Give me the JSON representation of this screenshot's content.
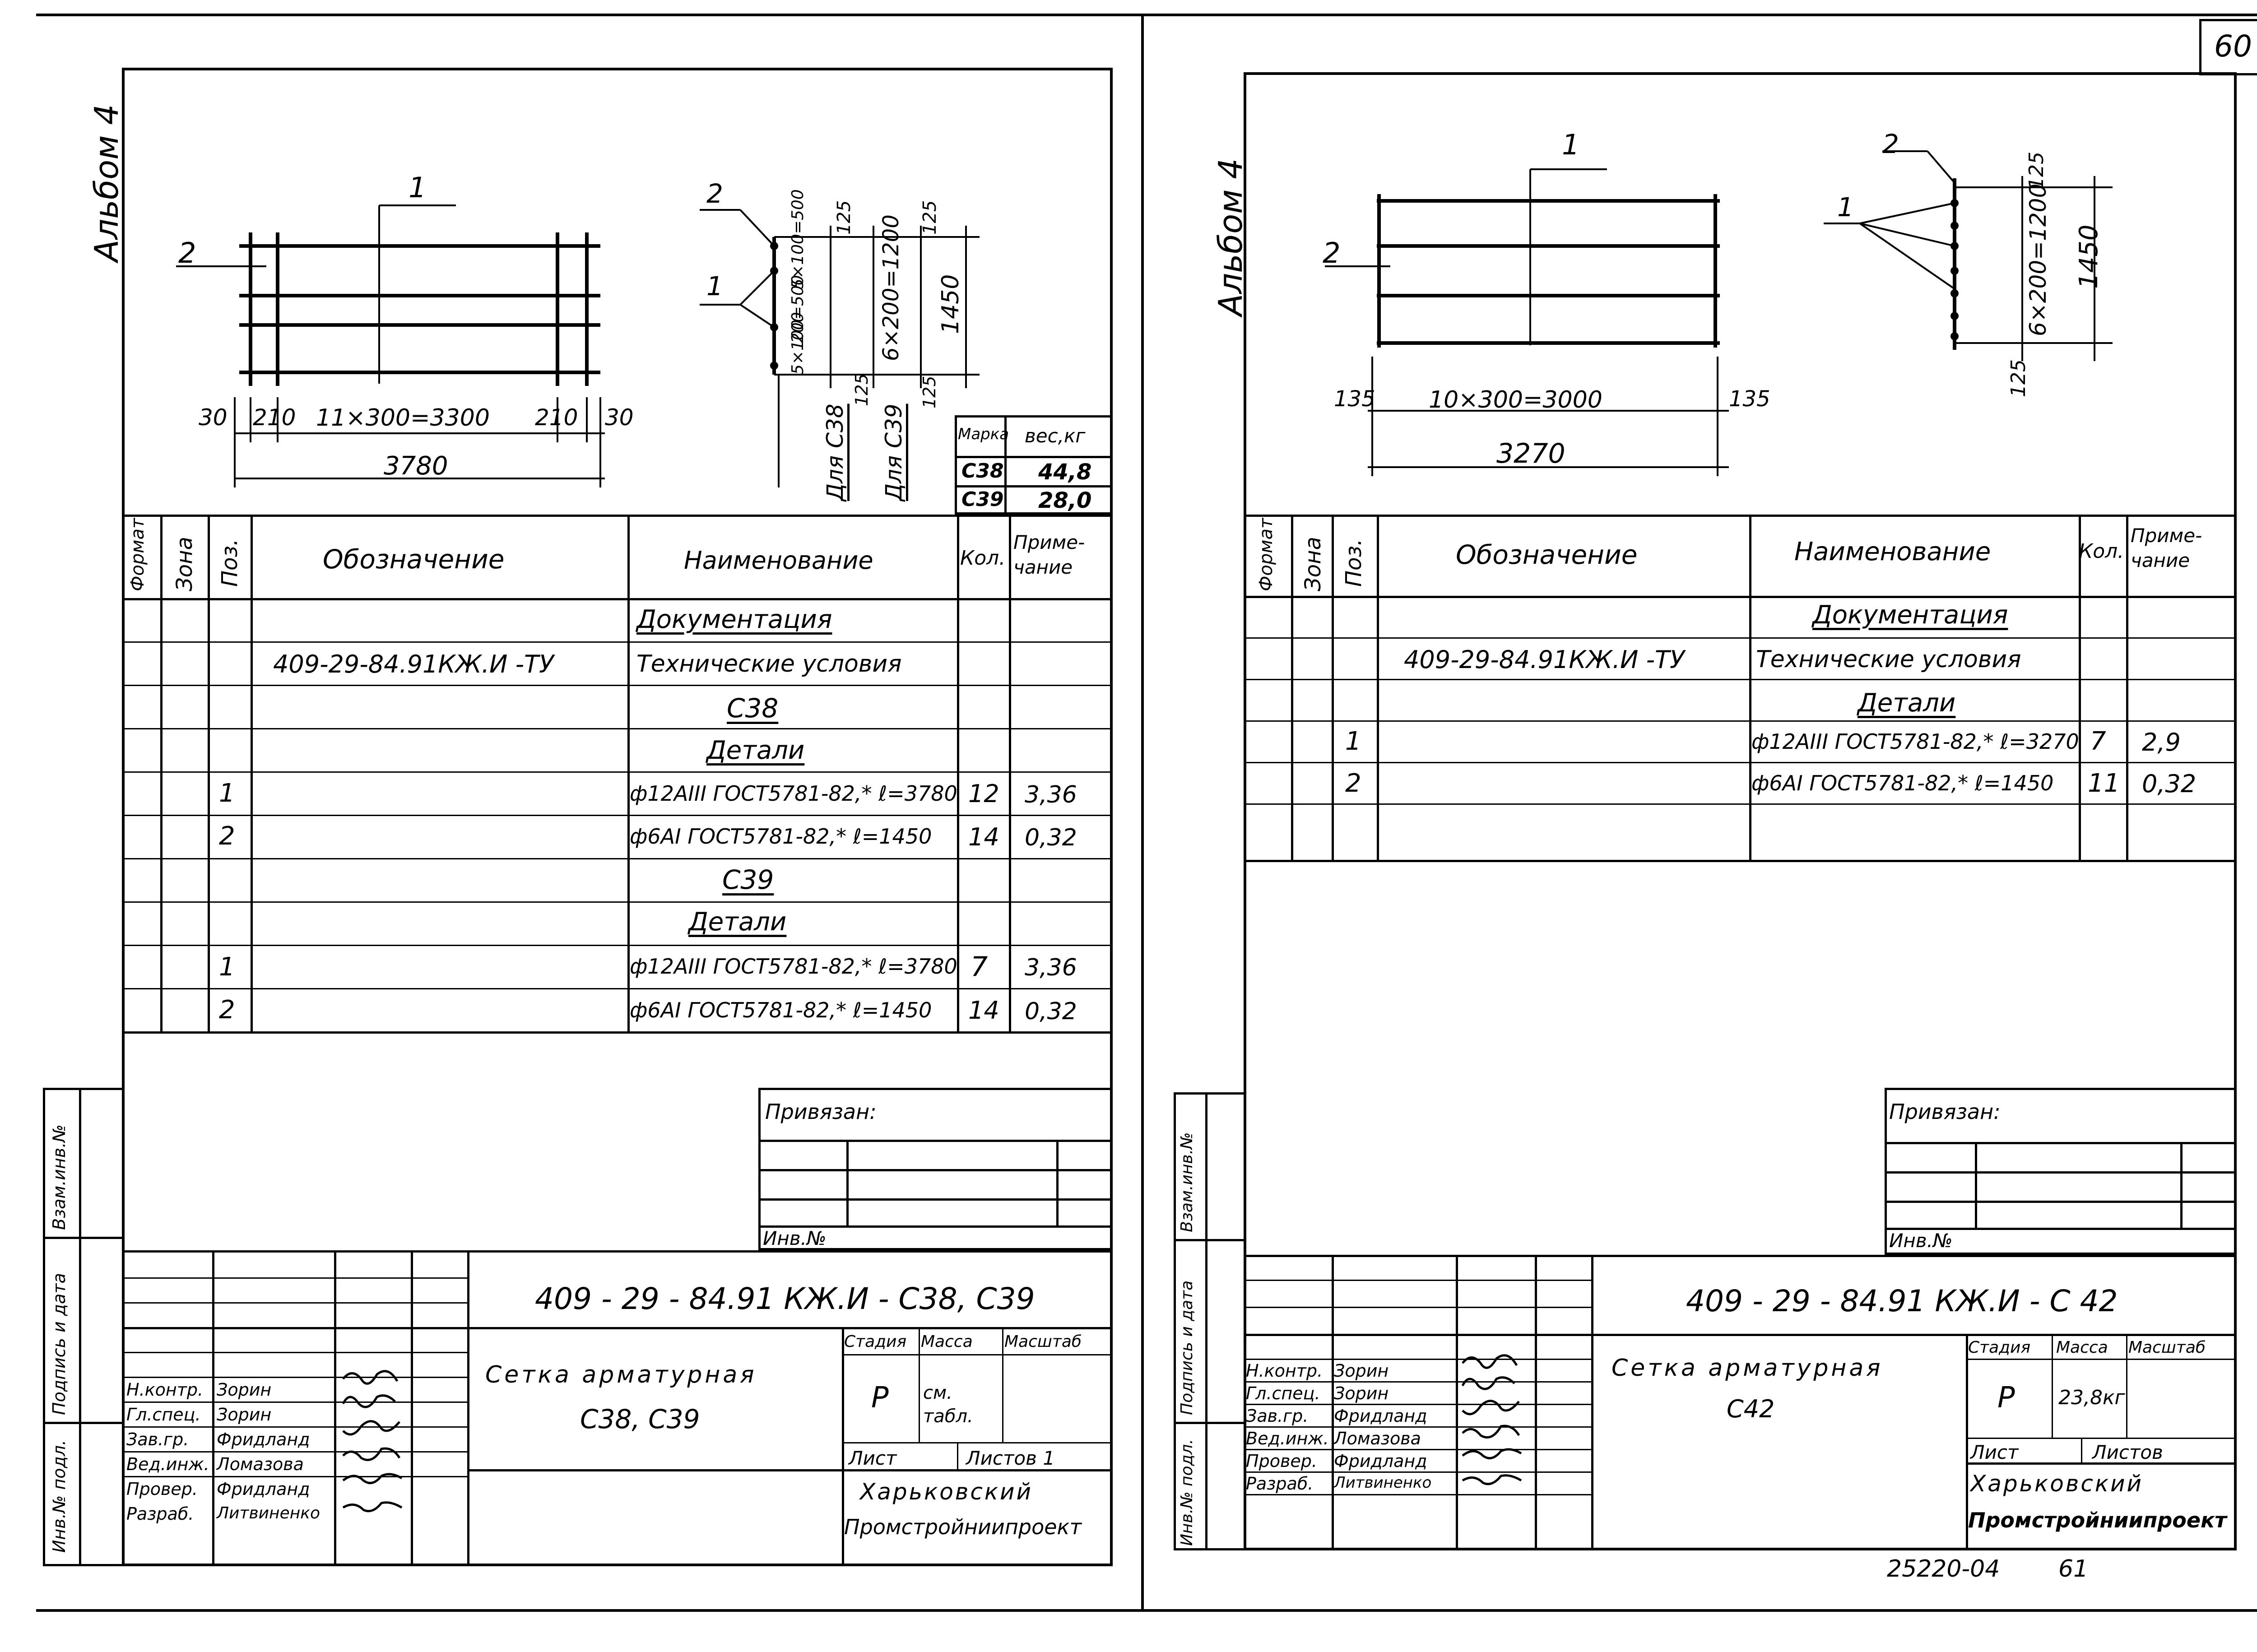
{
  "page_number": "60",
  "footer_code": "25220-04",
  "footer_page": "61",
  "left": {
    "album": "Альбом 4",
    "drawing": {
      "pos1": "1",
      "pos2": "2",
      "dim_left_30": "30",
      "dim_left_210": "210",
      "dim_middle": "11×300=3300",
      "dim_right_210": "210",
      "dim_right_30": "30",
      "dim_total": "3780",
      "sec_pos1": "1",
      "sec_pos2": "2",
      "sec_dim_a": "5×100=500",
      "sec_dim_b": "200",
      "sec_dim_c": "5×100=500",
      "sec_dim_d": "6×200=1200",
      "sec_dim_total": "1450",
      "sec_125_top1": "125",
      "sec_125_top2": "125",
      "sec_125_bot1": "125",
      "sec_125_bot2": "125",
      "for_c38": "Для С38",
      "for_c39": "Для С39"
    },
    "weights": {
      "header_mark": "Марка",
      "header_weight": "вес,кг",
      "rows": [
        {
          "mark": "С38",
          "weight": "44,8"
        },
        {
          "mark": "С39",
          "weight": "28,0"
        }
      ]
    },
    "spec": {
      "headers": {
        "format": "Формат",
        "zone": "Зона",
        "pos": "Поз.",
        "designation": "Обозначение",
        "name": "Наименование",
        "qty": "Кол.",
        "note": "Приме-чание"
      },
      "rows": [
        {
          "pos": "",
          "designation": "",
          "name": "Документация",
          "qty": "",
          "note": ""
        },
        {
          "pos": "",
          "designation": "409-29-84.91КЖ.И -ТУ",
          "name": "Технические условия",
          "qty": "",
          "note": ""
        },
        {
          "pos": "",
          "designation": "",
          "name": "С38",
          "qty": "",
          "note": ""
        },
        {
          "pos": "",
          "designation": "",
          "name": "Детали",
          "qty": "",
          "note": ""
        },
        {
          "pos": "1",
          "designation": "",
          "name": "ф12АIII ГОСТ5781-82,* ℓ=3780",
          "qty": "12",
          "note": "3,36"
        },
        {
          "pos": "2",
          "designation": "",
          "name": "ф6АI ГОСТ5781-82,* ℓ=1450",
          "qty": "14",
          "note": "0,32"
        },
        {
          "pos": "",
          "designation": "",
          "name": "С39",
          "qty": "",
          "note": ""
        },
        {
          "pos": "",
          "designation": "",
          "name": "Детали",
          "qty": "",
          "note": ""
        },
        {
          "pos": "1",
          "designation": "",
          "name": "ф12АIII ГОСТ5781-82,* ℓ=3780",
          "qty": "7",
          "note": "3,36"
        },
        {
          "pos": "2",
          "designation": "",
          "name": "ф6АI ГОСТ5781-82,* ℓ=1450",
          "qty": "14",
          "note": "0,32"
        }
      ]
    },
    "binding": {
      "label": "Привязан:",
      "inv": "Инв.№"
    },
    "side_labels": {
      "vzam": "Взам.инв.№",
      "podpis": "Подпись и дата",
      "inv_podl": "Инв.№ подл."
    },
    "title_block": {
      "code": "409 - 29 - 84.91  КЖ.И - С38, С39",
      "name_line1": "Сетка арматурная",
      "name_line2": "С38, С39",
      "stage_h": "Стадия",
      "mass_h": "Масса",
      "scale_h": "Масштаб",
      "stage": "Р",
      "mass": "см. табл.",
      "sheet_h": "Лист",
      "sheets_h": "Листов 1",
      "org_line1": "Харьковский",
      "org_line2": "Промстройниипроект",
      "staff": [
        {
          "role": "Н.контр.",
          "name": "Зорин"
        },
        {
          "role": "Гл.спец.",
          "name": "Зорин"
        },
        {
          "role": "Зав.гр.",
          "name": "Фридланд"
        },
        {
          "role": "Вед.инж.",
          "name": "Ломазова"
        },
        {
          "role": "Провер.",
          "name": "Фридланд"
        },
        {
          "role": "Разраб.",
          "name": "Литвиненко"
        }
      ]
    }
  },
  "right": {
    "album": "Альбом 4",
    "drawing": {
      "pos1": "1",
      "pos2": "2",
      "dim_135_left": "135",
      "dim_middle": "10×300=3000",
      "dim_135_right": "135",
      "dim_total": "3270",
      "sec_pos1": "1",
      "sec_pos2": "2",
      "sec_125_top": "125",
      "sec_dim": "6×200=1200",
      "sec_total": "1450",
      "sec_125_bot": "125"
    },
    "spec": {
      "headers": {
        "format": "Формат",
        "zone": "Зона",
        "pos": "Поз.",
        "designation": "Обозначение",
        "name": "Наименование",
        "qty": "Кол.",
        "note": "Приме-чание"
      },
      "rows": [
        {
          "pos": "",
          "designation": "",
          "name": "Документация",
          "qty": "",
          "note": ""
        },
        {
          "pos": "",
          "designation": "409-29-84.91КЖ.И -ТУ",
          "name": "Технические условия",
          "qty": "",
          "note": ""
        },
        {
          "pos": "",
          "designation": "",
          "name": "Детали",
          "qty": "",
          "note": ""
        },
        {
          "pos": "1",
          "designation": "",
          "name": "ф12АIII ГОСТ5781-82,* ℓ=3270",
          "qty": "7",
          "note": "2,9"
        },
        {
          "pos": "2",
          "designation": "",
          "name": "ф6АI ГОСТ5781-82,* ℓ=1450",
          "qty": "11",
          "note": "0,32"
        }
      ]
    },
    "binding": {
      "label": "Привязан:",
      "inv": "Инв.№"
    },
    "side_labels": {
      "vzam": "Взам.инв.№",
      "podpis": "Подпись и дата",
      "inv_podl": "Инв.№ подл."
    },
    "title_block": {
      "code": "409 - 29 - 84.91    КЖ.И - С 42",
      "name_line1": "Сетка арматурная",
      "name_line2": "С42",
      "stage_h": "Стадия",
      "mass_h": "Масса",
      "scale_h": "Масштаб",
      "stage": "Р",
      "mass": "23,8кг",
      "sheet_h": "Лист",
      "sheets_h": "Листов",
      "org_line1": "Харьковский",
      "org_line2": "Промстройниипроект",
      "staff": [
        {
          "role": "Н.контр.",
          "name": "Зорин"
        },
        {
          "role": "Гл.спец.",
          "name": "Зорин"
        },
        {
          "role": "Зав.гр.",
          "name": "Фридланд"
        },
        {
          "role": "Вед.инж.",
          "name": "Ломазова"
        },
        {
          "role": "Провер.",
          "name": "Фридланд"
        },
        {
          "role": "Разраб.",
          "name": "Литвиненко"
        }
      ]
    }
  }
}
